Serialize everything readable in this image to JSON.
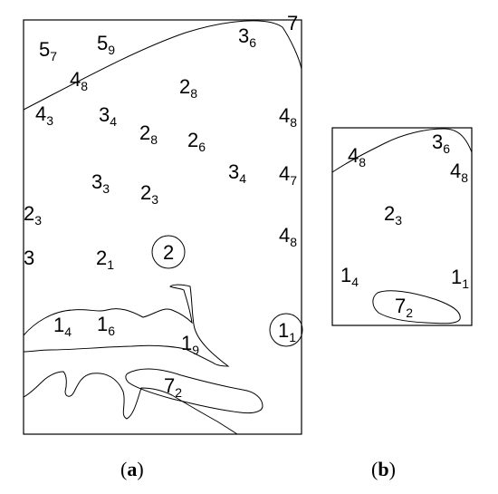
{
  "panels": [
    {
      "id": "a",
      "caption": {
        "open": "(",
        "letter": "a",
        "close": ")"
      },
      "labels": [
        {
          "id": "a1",
          "main": "5",
          "sub": "7"
        },
        {
          "id": "a2",
          "main": "5",
          "sub": "9"
        },
        {
          "id": "a3",
          "main": "3",
          "sub": "6"
        },
        {
          "id": "a4",
          "main": "7",
          "sub": ""
        },
        {
          "id": "a5",
          "main": "4",
          "sub": "8"
        },
        {
          "id": "a6",
          "main": "2",
          "sub": "8"
        },
        {
          "id": "a7",
          "main": "4",
          "sub": "3"
        },
        {
          "id": "a8",
          "main": "3",
          "sub": "4"
        },
        {
          "id": "a9",
          "main": "2",
          "sub": "8"
        },
        {
          "id": "a10",
          "main": "2",
          "sub": "6"
        },
        {
          "id": "a11",
          "main": "4",
          "sub": "8"
        },
        {
          "id": "a12",
          "main": "3",
          "sub": "4"
        },
        {
          "id": "a13",
          "main": "4",
          "sub": "7"
        },
        {
          "id": "a14",
          "main": "3",
          "sub": "3"
        },
        {
          "id": "a15",
          "main": "2",
          "sub": "3"
        },
        {
          "id": "a16",
          "main": "2",
          "sub": "3"
        },
        {
          "id": "a17",
          "main": "4",
          "sub": "8"
        },
        {
          "id": "a18",
          "main": "3",
          "sub": ""
        },
        {
          "id": "a19",
          "main": "2",
          "sub": "1"
        },
        {
          "id": "a20",
          "main": "2",
          "sub": "",
          "circled": true
        },
        {
          "id": "a21",
          "main": "1",
          "sub": "4"
        },
        {
          "id": "a22",
          "main": "1",
          "sub": "6"
        },
        {
          "id": "a23",
          "main": "1",
          "sub": "1",
          "circled": true
        },
        {
          "id": "a24",
          "main": "1",
          "sub": "9"
        },
        {
          "id": "a25",
          "main": "7",
          "sub": "2"
        }
      ]
    },
    {
      "id": "b",
      "caption": {
        "open": "(",
        "letter": "b",
        "close": ")"
      },
      "labels": [
        {
          "id": "b1",
          "main": "3",
          "sub": "6"
        },
        {
          "id": "b2",
          "main": "4",
          "sub": "8"
        },
        {
          "id": "b3",
          "main": "4",
          "sub": "8"
        },
        {
          "id": "b4",
          "main": "2",
          "sub": "3"
        },
        {
          "id": "b5",
          "main": "1",
          "sub": "4"
        },
        {
          "id": "b6",
          "main": "1",
          "sub": "1"
        },
        {
          "id": "b7",
          "main": "7",
          "sub": "2"
        }
      ]
    }
  ]
}
